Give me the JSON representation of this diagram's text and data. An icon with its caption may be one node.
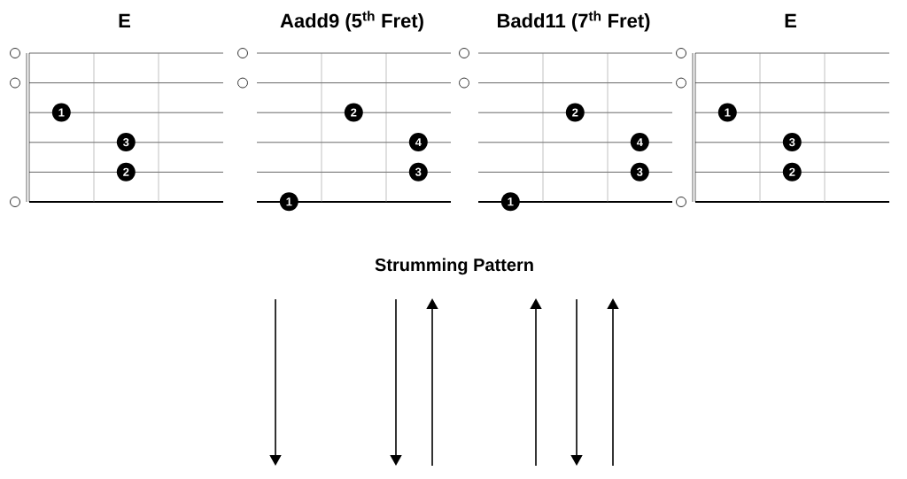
{
  "diagram": {
    "nodes": [
      {
        "text": [
          "E"
        ]
      },
      {
        "text": [
          "1"
        ],
        "in": 0
      },
      {
        "text": [
          "3"
        ],
        "in": 0
      },
      {
        "text": [
          "2"
        ],
        "in": 0
      },
      {
        "text": [
          "Aadd9 (5$^{th}$ Fret)"
        ]
      },
      {
        "text": [
          "2"
        ],
        "in": 4
      },
      {
        "text": [
          "4"
        ],
        "in": 4
      },
      {
        "text": [
          "3"
        ],
        "in": 4
      },
      {
        "text": [
          "1"
        ],
        "in": 4
      },
      {
        "text": [
          "Badd11 (7$^{th}$ Fret)"
        ]
      },
      {
        "text": [
          "2"
        ],
        "in": 9
      },
      {
        "text": [
          "4"
        ],
        "in": 9
      },
      {
        "text": [
          "3"
        ],
        "in": 9
      },
      {
        "text": [
          "1"
        ],
        "in": 9
      },
      {
        "text": [
          "E"
        ]
      },
      {
        "text": [
          "1"
        ],
        "in": 14
      },
      {
        "text": [
          "3"
        ],
        "in": 14
      },
      {
        "text": [
          "2"
        ],
        "in": 14
      }
    ],
    "labels": [
      "Strumming Pattern"
    ]
  }
}
